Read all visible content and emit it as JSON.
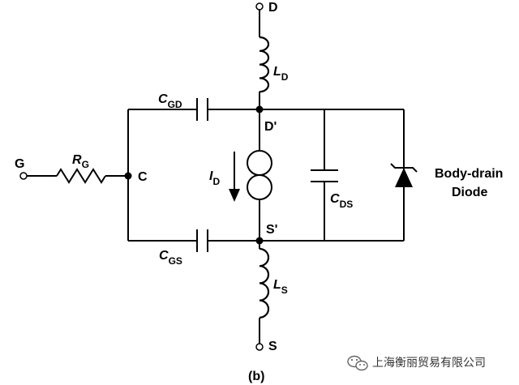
{
  "nodes": {
    "drain": "D",
    "source": "S",
    "gate": "G",
    "internal_gate": "C",
    "internal_drain": "D'",
    "internal_source": "S'"
  },
  "components": {
    "gate_resistor": {
      "symbol": "R",
      "subscript": "G"
    },
    "drain_inductor": {
      "symbol": "L",
      "subscript": "D"
    },
    "source_inductor": {
      "symbol": "L",
      "subscript": "S"
    },
    "gate_drain_cap": {
      "symbol": "C",
      "subscript": "GD"
    },
    "gate_source_cap": {
      "symbol": "C",
      "subscript": "GS"
    },
    "drain_source_cap": {
      "symbol": "C",
      "subscript": "DS"
    },
    "drain_current": {
      "symbol": "I",
      "subscript": "D"
    },
    "body_diode": {
      "line1": "Body-drain",
      "line2": "Diode"
    }
  },
  "caption": "(b)",
  "watermark": {
    "text": "上海衡丽贸易有限公司",
    "icon": "wechat-icon"
  }
}
